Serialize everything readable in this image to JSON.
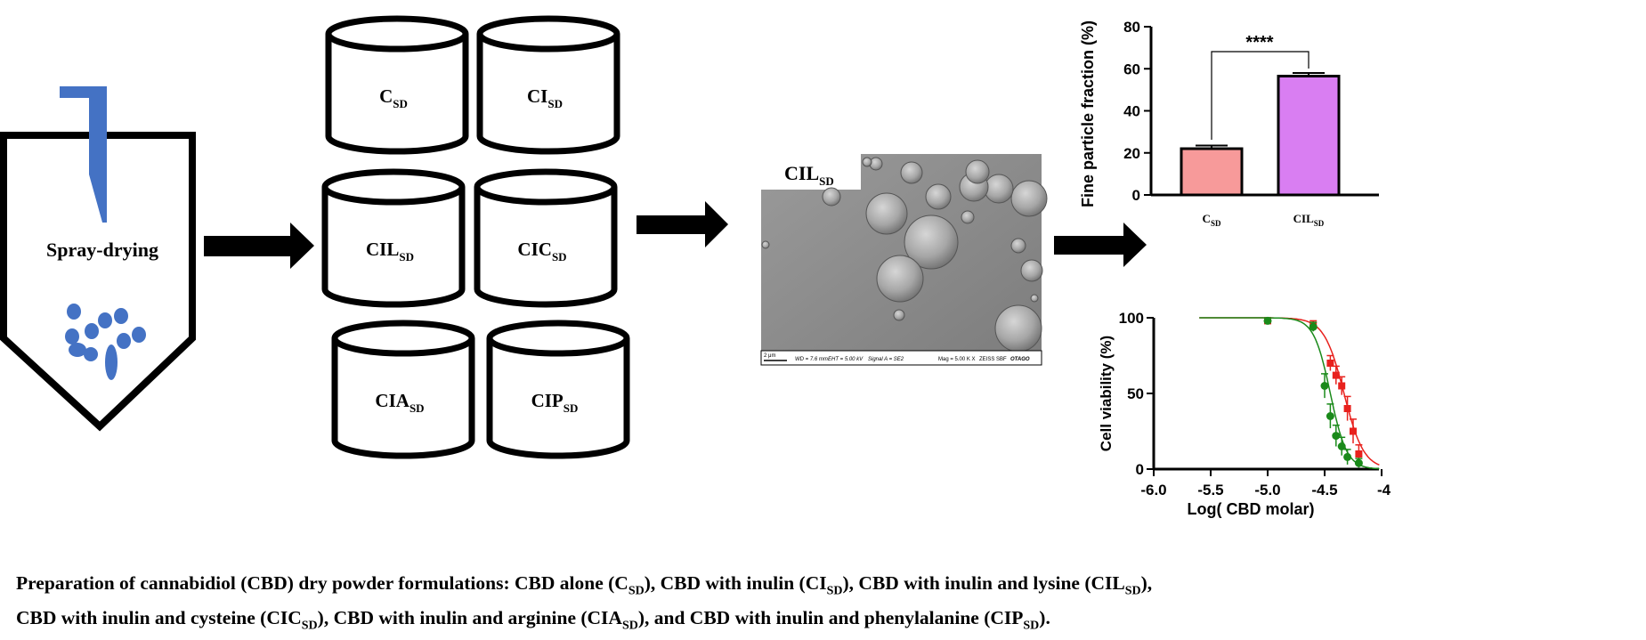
{
  "spray_dryer": {
    "label": "Spray-drying"
  },
  "formulations": [
    {
      "base": "C",
      "sub": "SD"
    },
    {
      "base": "CI",
      "sub": "SD"
    },
    {
      "base": "CIL",
      "sub": "SD"
    },
    {
      "base": "CIC",
      "sub": "SD"
    },
    {
      "base": "CIA",
      "sub": "SD"
    },
    {
      "base": "CIP",
      "sub": "SD"
    }
  ],
  "sem_image": {
    "label_base": "CIL",
    "label_sub": "SD",
    "scale_text": "2 μm",
    "info": [
      "WD = 7.6 mm",
      "EHT = 5.00 kV",
      "Signal A = SE2",
      "Mag = 5.00 K X",
      "ZEISS SBF",
      "OTAGO"
    ]
  },
  "chart_data": [
    {
      "type": "bar",
      "categories": [
        {
          "base": "C",
          "sub": "SD"
        },
        {
          "base": "CIL",
          "sub": "SD"
        }
      ],
      "values": [
        22,
        56.5
      ],
      "errors": [
        1.5,
        1.5
      ],
      "colors": [
        "#f79a9a",
        "#d97ef2"
      ],
      "ylabel": "Fine particle fraction (%)",
      "ylim": [
        0,
        80
      ],
      "yticks": [
        "0",
        "20",
        "40",
        "60",
        "80"
      ],
      "ytick_values": [
        0,
        20,
        40,
        60,
        80
      ],
      "significance": "****"
    },
    {
      "type": "scatter",
      "ylabel": "Cell viability (%)",
      "xlabel": "Log( CBD molar)",
      "xlim": [
        -6.0,
        -4.0
      ],
      "ylim": [
        0,
        100
      ],
      "xticks": [
        "-6.0",
        "-5.5",
        "-5.0",
        "-4.5",
        "-4"
      ],
      "xtick_values": [
        -6.0,
        -5.5,
        -5.0,
        -4.5,
        -4.0
      ],
      "yticks": [
        "0",
        "50",
        "100"
      ],
      "ytick_values": [
        0,
        50,
        100
      ],
      "series": [
        {
          "color": "#e8211d",
          "marker": "square",
          "x": [
            -5.0,
            -4.6,
            -4.45,
            -4.4,
            -4.35,
            -4.3,
            -4.25,
            -4.2
          ],
          "y": [
            98,
            95,
            70,
            62,
            55,
            40,
            25,
            10
          ],
          "err": [
            2,
            3,
            5,
            6,
            6,
            8,
            8,
            6
          ],
          "ic50_log": -4.33,
          "hill": 5.0
        },
        {
          "color": "#1a8a1a",
          "marker": "circle",
          "x": [
            -5.0,
            -4.6,
            -4.5,
            -4.45,
            -4.4,
            -4.35,
            -4.3,
            -4.2
          ],
          "y": [
            98,
            94,
            55,
            35,
            22,
            15,
            8,
            4
          ],
          "err": [
            2,
            3,
            8,
            8,
            7,
            6,
            5,
            3
          ],
          "ic50_log": -4.45,
          "hill": 6.0
        }
      ]
    }
  ],
  "caption": {
    "line1": [
      {
        "t": "Preparation of cannabidiol (CBD) dry powder formulations: CBD alone (C"
      },
      {
        "s": "SD"
      },
      {
        "t": "), CBD with inulin (CI"
      },
      {
        "s": "SD"
      },
      {
        "t": "), CBD with inulin and lysine (CIL"
      },
      {
        "s": "SD"
      },
      {
        "t": "),"
      }
    ],
    "line2": [
      {
        "t": "CBD with inulin and cysteine (CIC"
      },
      {
        "s": "SD"
      },
      {
        "t": "), CBD with inulin and arginine (CIA"
      },
      {
        "s": "SD"
      },
      {
        "t": "), and CBD with inulin and phenylalanine (CIP"
      },
      {
        "s": "SD"
      },
      {
        "t": ")."
      }
    ]
  },
  "colors": {
    "droplet": "#4472c4",
    "arrow": "#000000",
    "sem_bg": "#8a8a8a"
  }
}
